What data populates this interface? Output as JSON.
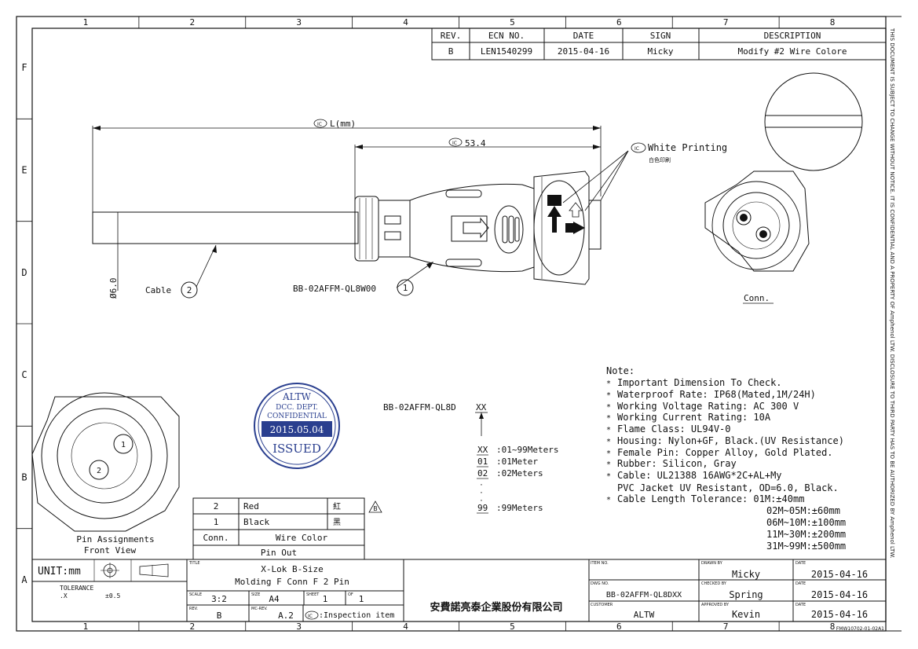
{
  "frame": {
    "columns": [
      "1",
      "2",
      "3",
      "4",
      "5",
      "6",
      "7",
      "8"
    ],
    "rows": [
      "F",
      "E",
      "D",
      "C",
      "B",
      "A"
    ],
    "side_note": "THIS DOCUMENT IS SUBJECT TO CHANGE WITHOUT NOTICE. IT IS CONFIDENTIAL AND A PROPERTY OF Amphenol LTW. DISCLOSURE TO THIRD PARTY HAS TO BE AUTHORIZED BY Amphenol LTW.",
    "form_code": "FMW10702-01-02A1"
  },
  "revision": {
    "headers": [
      "REV.",
      "ECN NO.",
      "DATE",
      "SIGN",
      "DESCRIPTION"
    ],
    "row": [
      "B",
      "LEN1540299",
      "2015-04-16",
      "Micky",
      "Modify #2 Wire Colore"
    ]
  },
  "drawing": {
    "dim_length": "L(mm)",
    "dim_53": "53.4",
    "dim_dia": "Ø6.0",
    "cable_label": "Cable",
    "cable_balloon": "2",
    "part_label": "BB-02AFFM-QL8W00",
    "part_balloon": "1",
    "white_printing": "White Printing",
    "white_printing_cn": "白色印刷",
    "ic_symbol": "IC",
    "conn_label": "Conn.",
    "pin_front_1": "Pin Assignments",
    "pin_front_2": "Front View",
    "pin1": "1",
    "pin2": "2"
  },
  "stamp": {
    "top": "ALTW",
    "dept": "DCC. DEPT.",
    "conf": "CONFIDENTIAL",
    "date": "2015.05.04",
    "issued": "ISSUED"
  },
  "part_number": {
    "base": "BB-02AFFM-QL8D",
    "suffix": "XX",
    "options": [
      {
        "code": "XX",
        "desc": ":01~99Meters"
      },
      {
        "code": "01",
        "desc": ":01Meter"
      },
      {
        "code": "02",
        "desc": ":02Meters"
      },
      {
        "code": "99",
        "desc": ":99Meters"
      }
    ]
  },
  "notes": {
    "title": "Note:",
    "items": [
      "Important Dimension To Check.",
      "Waterproof Rate: IP68(Mated,1M/24H)",
      "Working Voltage Rating: AC 300 V",
      "Working Current Rating: 10A",
      "Flame Class: UL94V-0",
      "Housing: Nylon+GF, Black.(UV  Resistance)",
      "Female Pin: Copper Alloy, Gold Plated.",
      "Rubber: Silicon, Gray",
      "Cable: UL21388 16AWG*2C+AL+My",
      "Cable Length Tolerance: 01M:±40mm"
    ],
    "cable_cont": "PVC Jacket UV Resistant, OD=6.0, Black.",
    "tolerances": [
      "02M~05M:±60mm",
      "06M~10M:±100mm",
      "11M~30M:±200mm",
      "31M~99M:±500mm"
    ]
  },
  "pin_table": {
    "rows": [
      {
        "pin": "2",
        "color": "Red",
        "cn": "紅"
      },
      {
        "pin": "1",
        "color": "Black",
        "cn": "黑"
      }
    ],
    "header_conn": "Conn.",
    "header_color": "Wire Color",
    "footer": "Pin Out",
    "rev_mark": "B"
  },
  "title_block": {
    "unit": "UNIT:mm",
    "tolerance_label": "TOLERANCE",
    "tol_x": ".X",
    "tol_val": "±0.5",
    "title_label": "TITLE",
    "title_1": "X-Lok B-Size",
    "title_2": "Molding F Conn F 2 Pin",
    "scale_label": "SCALE",
    "scale": "3:2",
    "size_label": "SIZE",
    "size": "A4",
    "sheet_label": "SHEET",
    "sheet": "1",
    "of_label": "OF",
    "of": "1",
    "rev_label": "REV.",
    "rev": "B",
    "mcrev_label": "MC-REV.",
    "mcrev": "A.2",
    "inspection": ":Inspection item",
    "company": "安費諾亮泰企業股份有限公司",
    "item_no_label": "ITEM NO.",
    "item_no": "",
    "dwg_no_label": "DWG NO.",
    "dwg_no": "BB-02AFFM-QL8DXX",
    "customer_label": "CUSTOMER",
    "customer": "ALTW",
    "drawn_label": "DRAWN BY",
    "drawn": "Micky",
    "checked_label": "CHECKED BY",
    "checked": "Spring",
    "approved_label": "APPROVED BY",
    "approved": "Kevin",
    "date_label": "DATE",
    "date1": "2015-04-16",
    "date2": "2015-04-16",
    "date3": "2015-04-16"
  }
}
